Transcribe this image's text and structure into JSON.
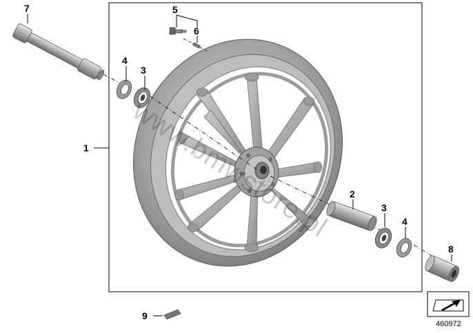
{
  "diagram": {
    "watermark": "www.bmwstore.pl",
    "reference_number": "460972",
    "parts": [
      {
        "number": "1"
      },
      {
        "number": "2"
      },
      {
        "number": "3"
      },
      {
        "number": "4"
      },
      {
        "number": "5"
      },
      {
        "number": "6"
      },
      {
        "number": "7"
      },
      {
        "number": "8"
      },
      {
        "number": "9"
      }
    ]
  },
  "colors": {
    "rim": "#a3a3a3",
    "rim_light": "#d6d6d6",
    "rim_dark": "#6f6f6f",
    "line": "#000000",
    "background": "#ffffff"
  },
  "icons": {
    "orientation_arrow": "arrow-icon"
  }
}
